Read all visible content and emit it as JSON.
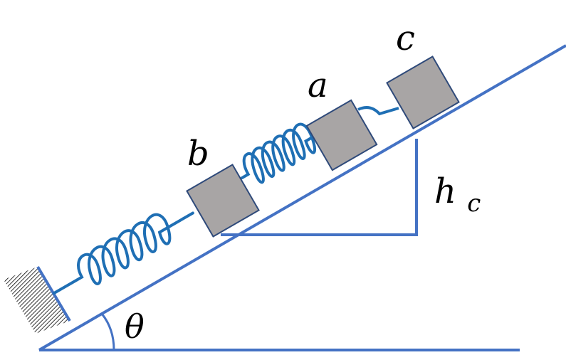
{
  "labels": {
    "block_c": "c",
    "block_a": "a",
    "block_b": "b",
    "height_main": "h",
    "height_sub": "c",
    "angle": "θ"
  },
  "colors": {
    "line": "#4472C4",
    "spring": "#1F6FB4",
    "block_fill": "#A8A5A5",
    "block_stroke": "#2F4A7A",
    "wall_hatch": "#000000"
  }
}
